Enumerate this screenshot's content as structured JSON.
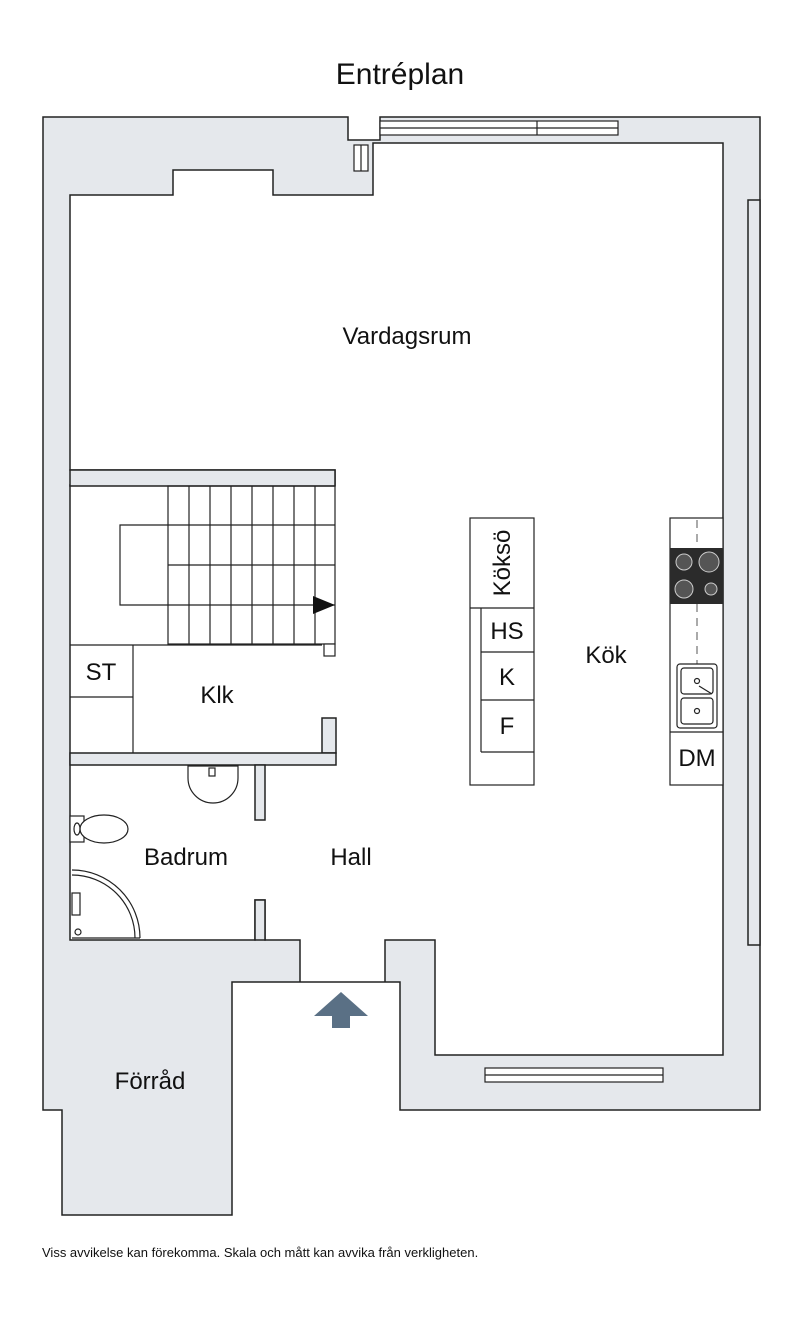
{
  "title": "Entréplan",
  "rooms": {
    "vardagsrum": "Vardagsrum",
    "kok": "Kök",
    "klk": "Klk",
    "st": "ST",
    "badrum": "Badrum",
    "hall": "Hall",
    "forrad": "Förråd"
  },
  "fixtures": {
    "kokso": "Köksö",
    "hs": "HS",
    "k": "K",
    "f": "F",
    "dm": "DM"
  },
  "disclaimer": "Viss avvikelse kan förekomma. Skala och mått kan avvika från verkligheten.",
  "colors": {
    "wall_fill": "#e5e8ec",
    "line": "#222222",
    "entrance_arrow": "#5a7085",
    "stove": "#2b2b2b"
  },
  "icons": {
    "entrance": "entrance-arrow-icon",
    "stairs_direction": "stair-direction-arrow-icon"
  }
}
